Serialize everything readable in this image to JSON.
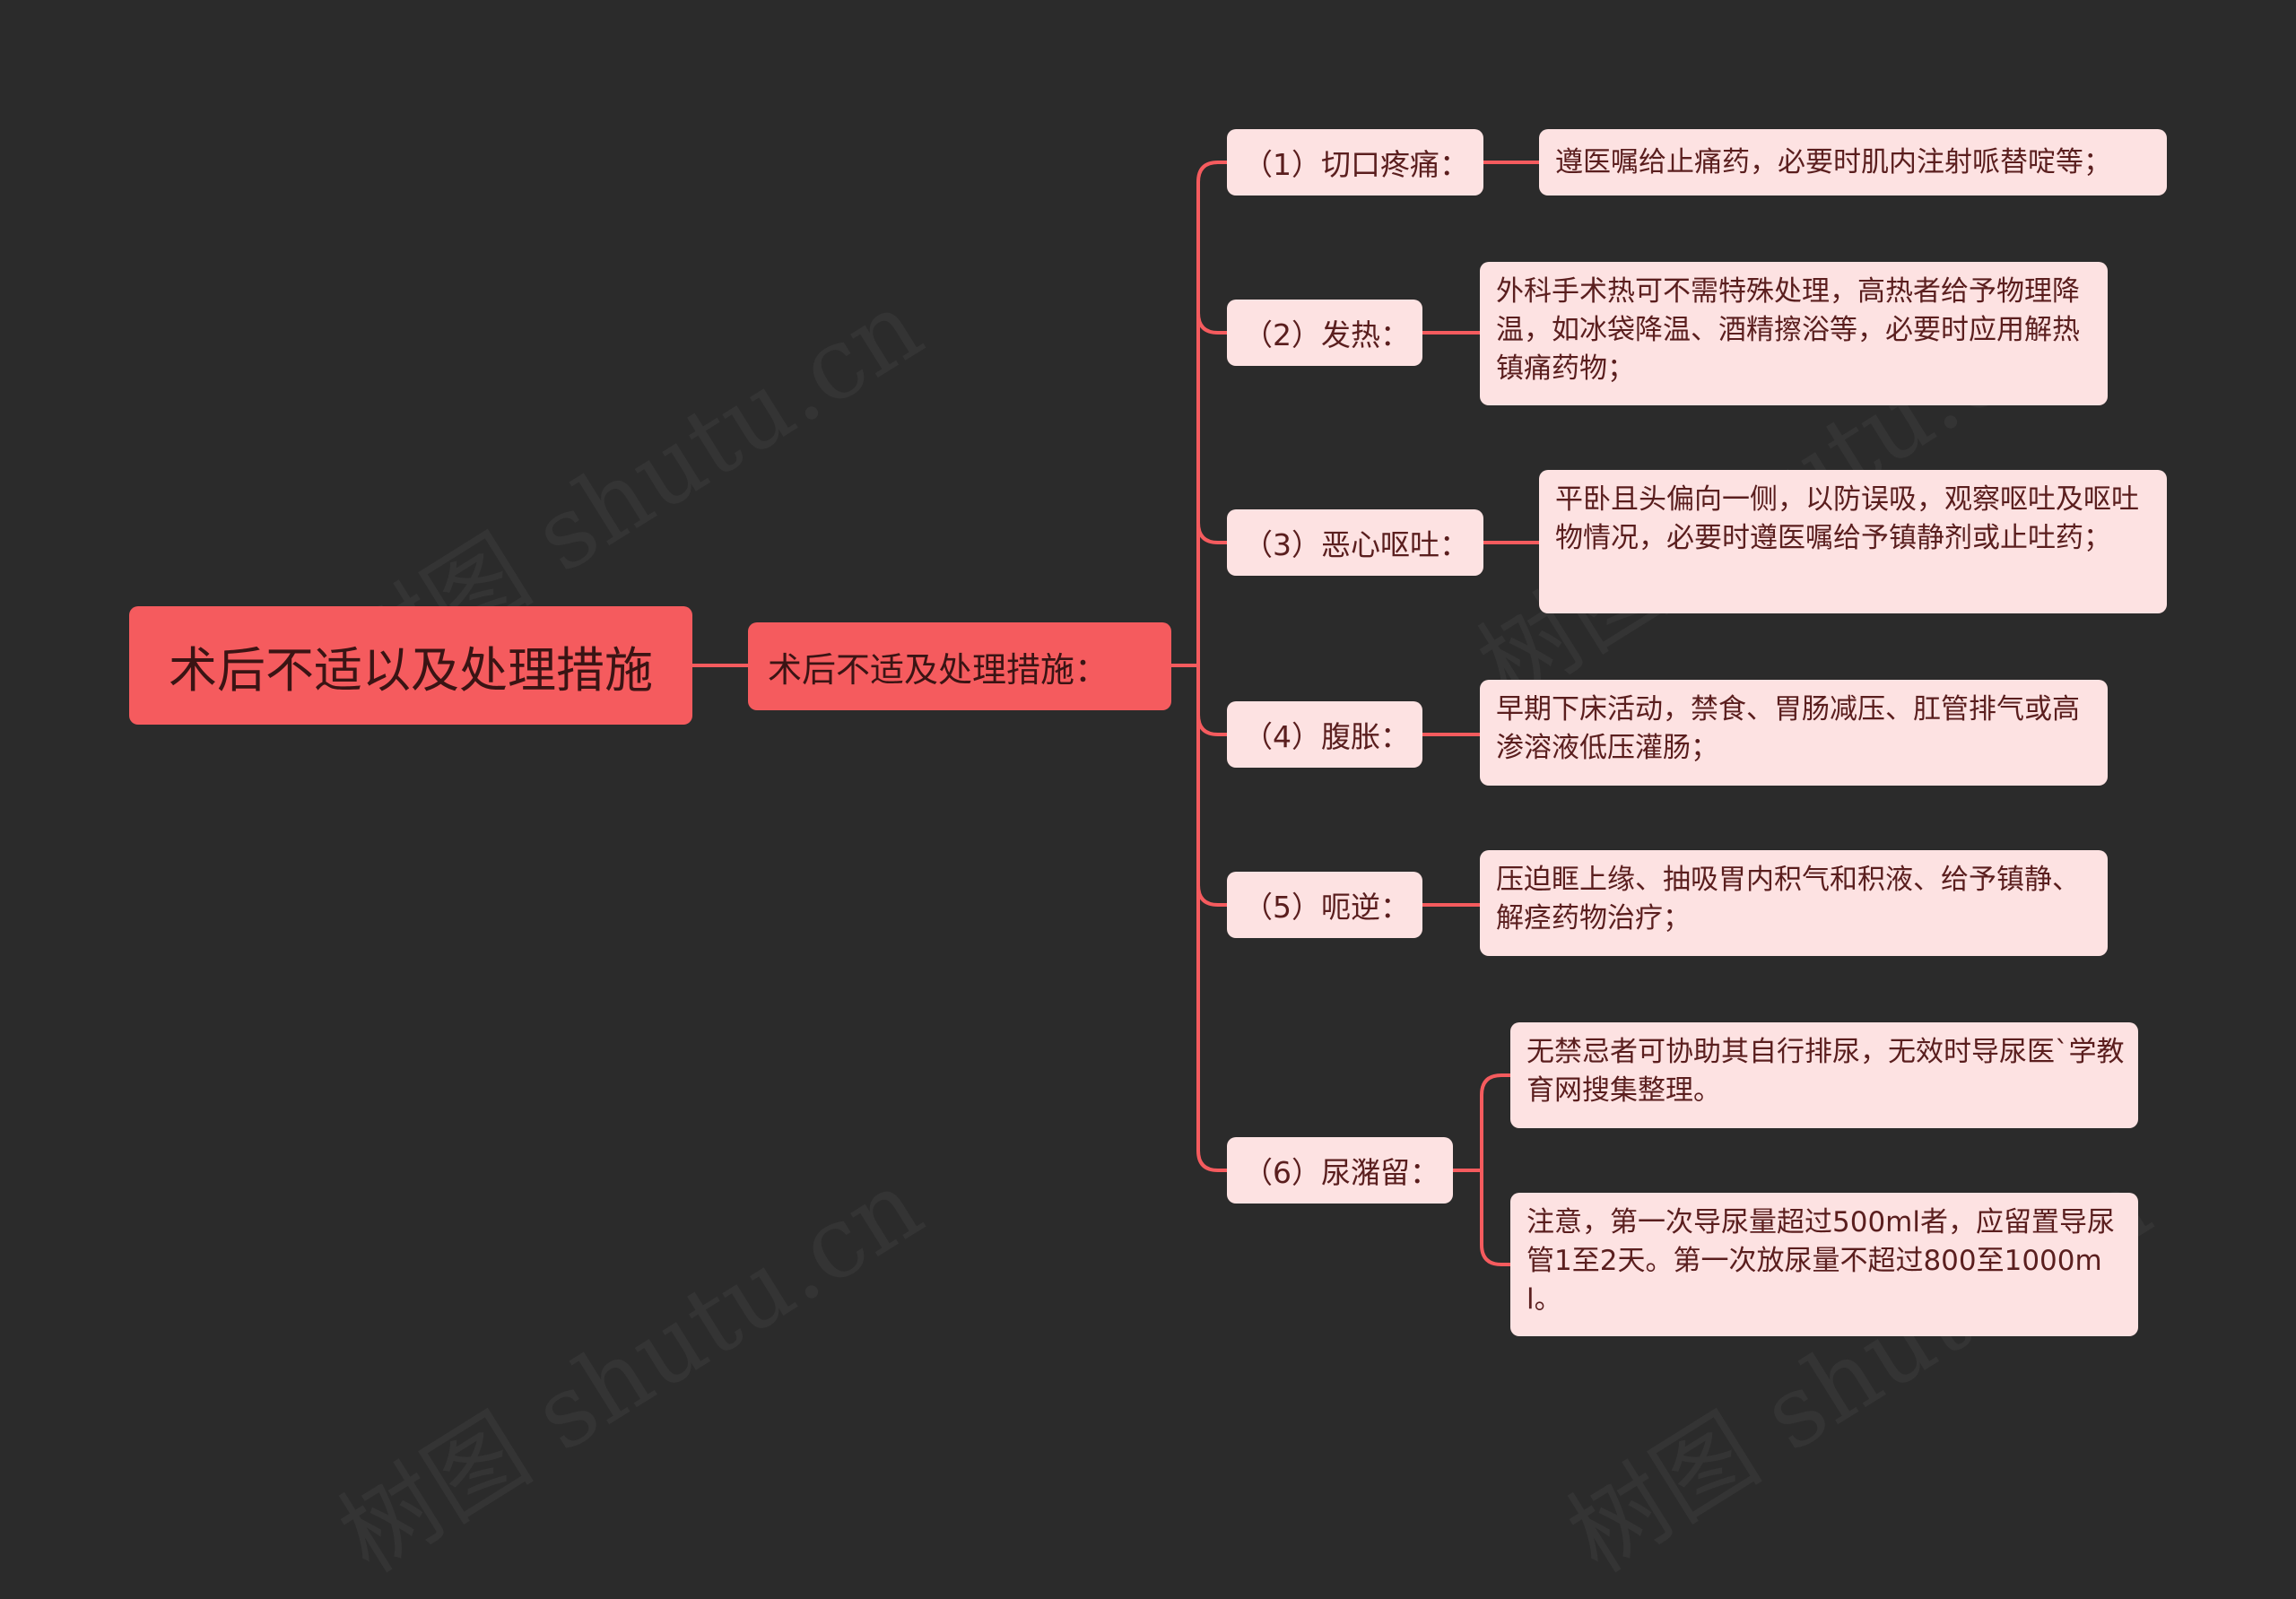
{
  "colors": {
    "background": "#2b2b2b",
    "primary": "#f55b5e",
    "node_fill": "#fde2e2",
    "link": "#f55b5e",
    "text_dark": "#5a1e1e"
  },
  "mindmap": {
    "root": "术后不适以及处理措施",
    "sub": "术后不适及处理措施：",
    "branches": [
      {
        "label": "（1）切口疼痛：",
        "details": [
          "遵医嘱给止痛药，必要时肌内注射哌替啶等；"
        ]
      },
      {
        "label": "（2）发热：",
        "details": [
          "外科手术热可不需特殊处理，高热者给予物理降温，如冰袋降温、酒精擦浴等，必要时应用解热镇痛药物；"
        ]
      },
      {
        "label": "（3）恶心呕吐：",
        "details": [
          "平卧且头偏向一侧，以防误吸，观察呕吐及呕吐物情况，必要时遵医嘱给予镇静剂或止吐药；"
        ]
      },
      {
        "label": "（4）腹胀：",
        "details": [
          "早期下床活动，禁食、胃肠减压、肛管排气或高渗溶液低压灌肠；"
        ]
      },
      {
        "label": "（5）呃逆：",
        "details": [
          "压迫眶上缘、抽吸胃内积气和积液、给予镇静、解痉药物治疗；"
        ]
      },
      {
        "label": "（6）尿潴留：",
        "details": [
          "无禁忌者可协助其自行排尿，无效时导尿医`学教育网搜集整理。",
          "注意，第一次导尿量超过500ml者，应留置导尿管1至2天。第一次放尿量不超过800至1000ml。"
        ]
      }
    ]
  },
  "watermark": "树图 shutu.cn"
}
